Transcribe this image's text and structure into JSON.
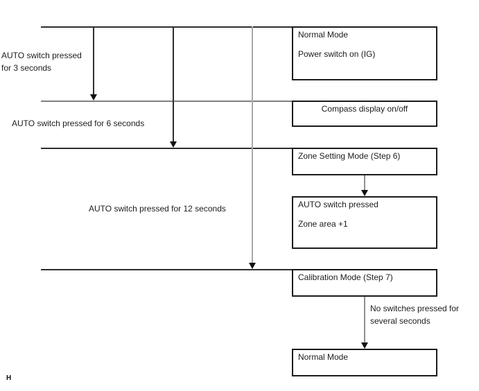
{
  "diagram": {
    "title_hint": "AUTO switch mode transition flowchart",
    "labels": {
      "press_3s": "AUTO switch pressed for 3 seconds",
      "press_6s": "AUTO switch pressed for 6 seconds",
      "press_12s": "AUTO switch pressed for 12 seconds",
      "no_switches": "No switches pressed for several seconds"
    },
    "boxes": [
      {
        "id": "normal-mode-top",
        "lines": [
          "Normal Mode",
          "Power switch on (IG)"
        ]
      },
      {
        "id": "compass-display",
        "lines": [
          "Compass display on/off"
        ]
      },
      {
        "id": "zone-setting-mode",
        "lines": [
          "Zone Setting Mode (Step 6)"
        ]
      },
      {
        "id": "auto-switch-pressed",
        "lines": [
          "AUTO switch pressed",
          "Zone area +1"
        ]
      },
      {
        "id": "calibration-mode",
        "lines": [
          "Calibration Mode (Step 7)"
        ]
      },
      {
        "id": "normal-mode-bottom",
        "lines": [
          "Normal Mode"
        ]
      }
    ],
    "footer": "H",
    "colors": {
      "line_dark": "#2e2e2e",
      "line_gray": "#a9a9a9",
      "line_midgray": "#808080",
      "box_border": "#1b1b1b",
      "arrow_head": "#111111",
      "text": "#1c1c1c",
      "background": "#ffffff"
    }
  }
}
